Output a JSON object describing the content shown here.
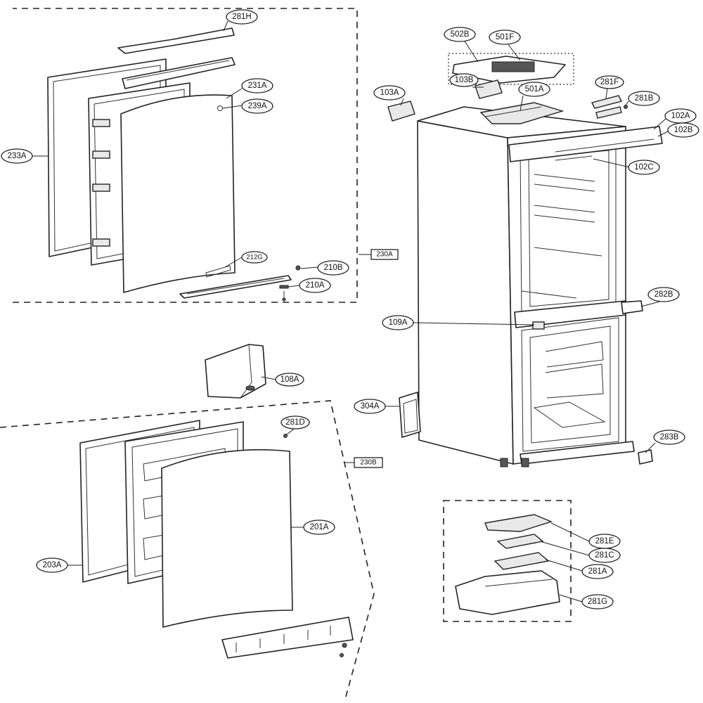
{
  "labels": {
    "l281H": "281H",
    "l231A": "231A",
    "l239A": "239A",
    "l233A": "233A",
    "l212G": "212G",
    "l210B": "210B",
    "l210A": "210A",
    "l230A": "230A",
    "l502B": "502B",
    "l501F": "501F",
    "l103A": "103A",
    "l103B": "103B",
    "l501A": "501A",
    "l281F": "281F",
    "l281B": "281B",
    "l102A": "102A",
    "l102B": "102B",
    "l102C": "102C",
    "l282B": "282B",
    "l109A": "109A",
    "l108A": "108A",
    "l281D": "281D",
    "l304A": "304A",
    "l230B": "230B",
    "l201A": "201A",
    "l203A": "203A",
    "l283B": "283B",
    "l281E": "281E",
    "l281C": "281C",
    "l281A": "281A",
    "l281G": "281G"
  },
  "icons": {
    "door_logo": "lg-logo-icon"
  },
  "colors": {
    "line": "#222222",
    "background": "#ffffff"
  }
}
